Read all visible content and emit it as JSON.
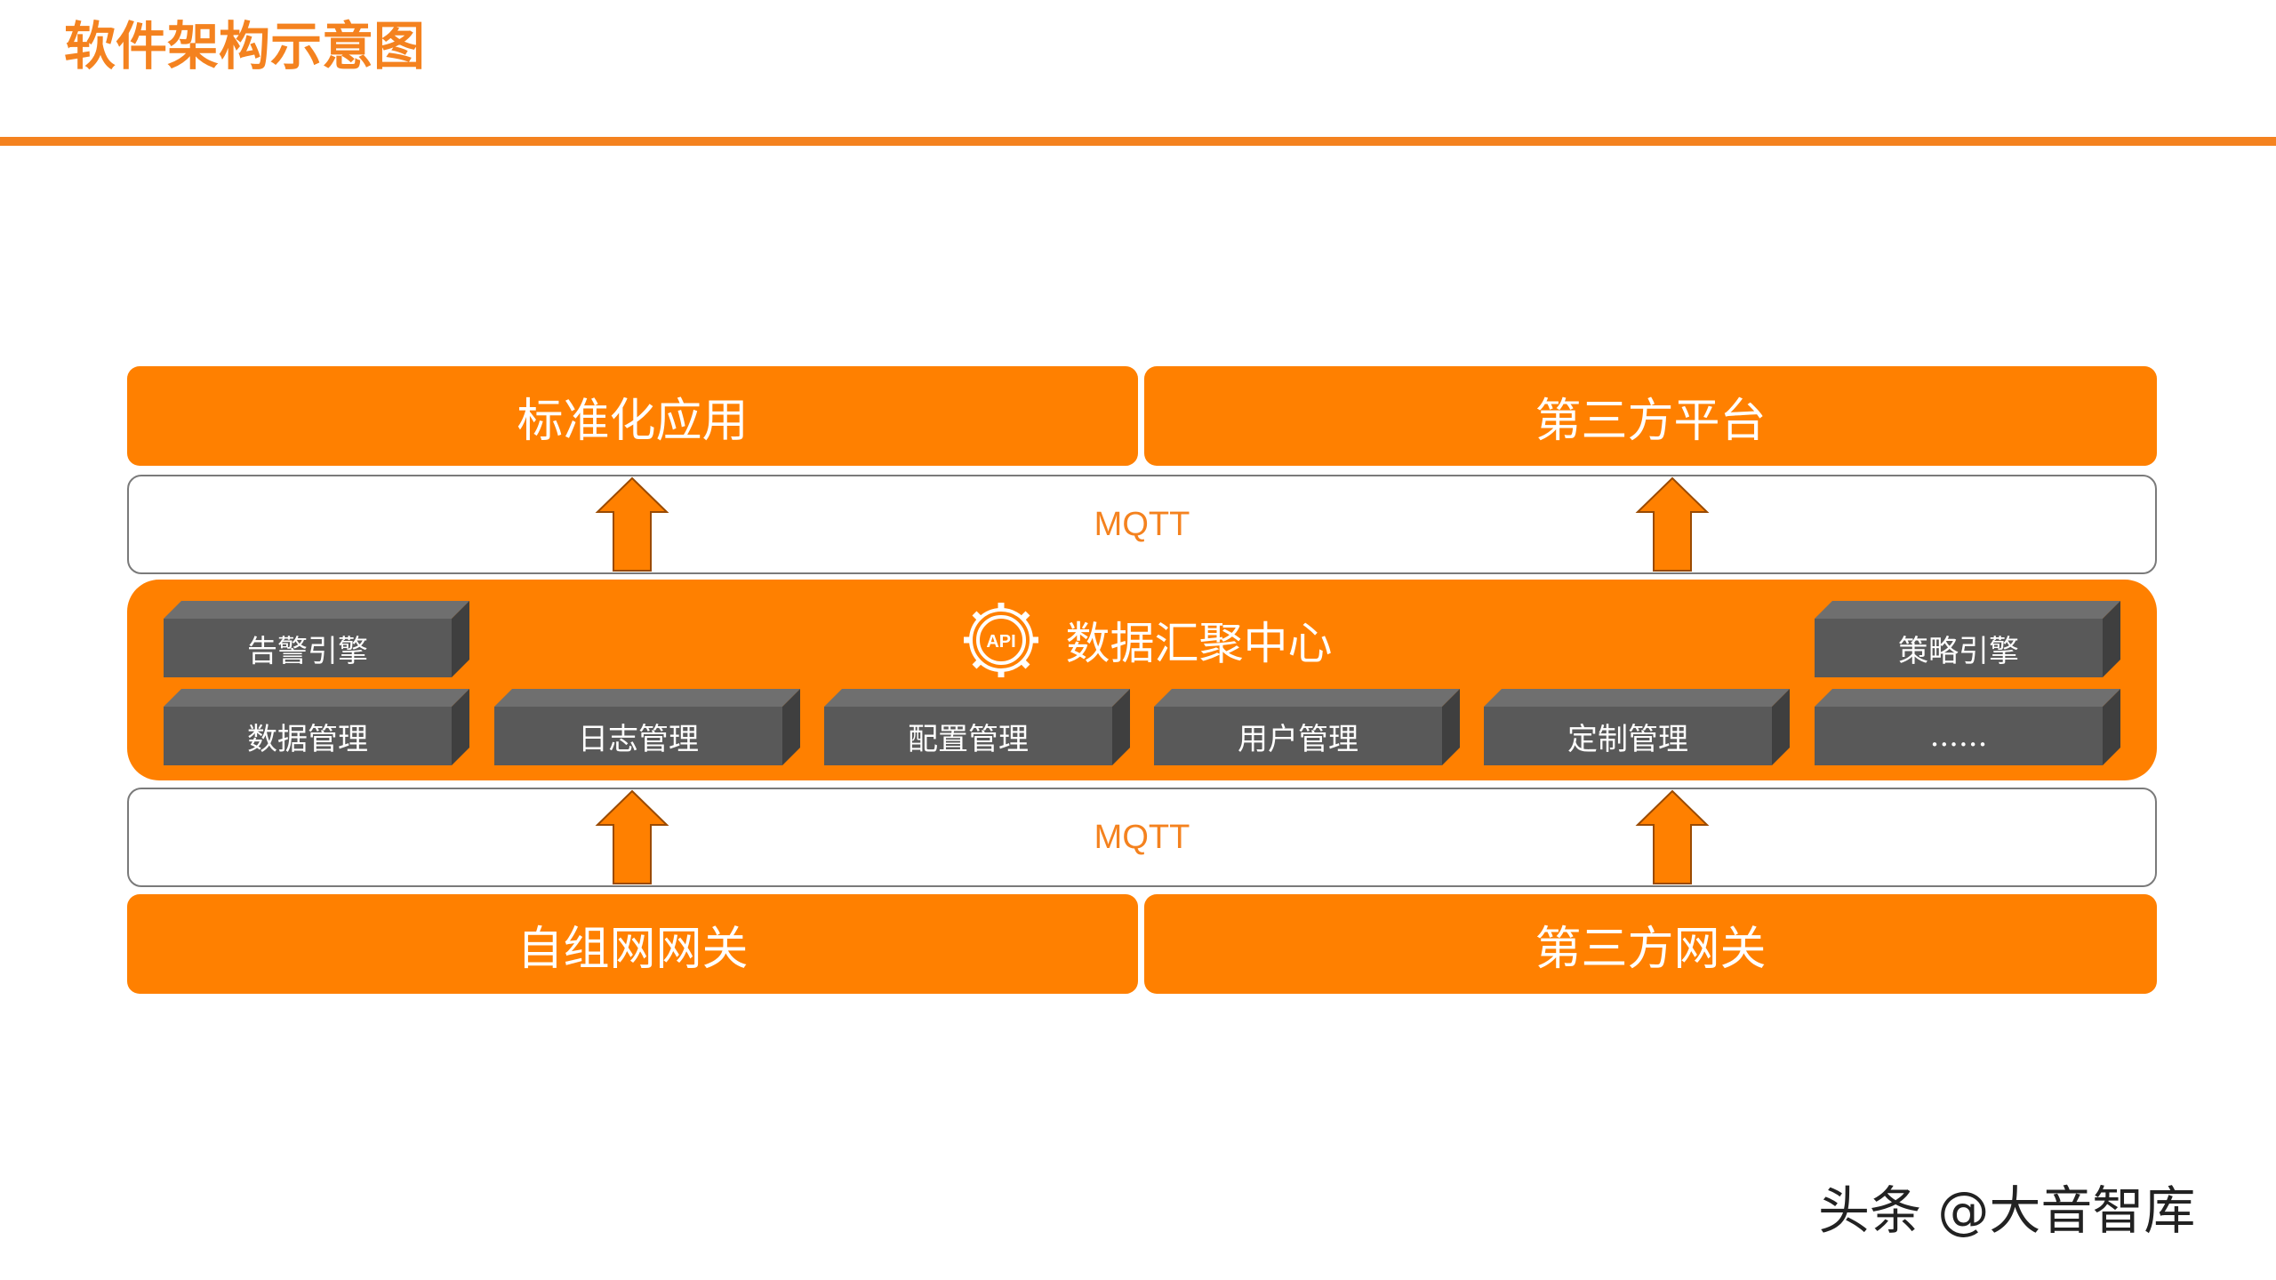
{
  "title": "软件架构示意图",
  "top": {
    "left": "标准化应用",
    "right": "第三方平台"
  },
  "bands": {
    "upper": "MQTT",
    "lower": "MQTT"
  },
  "hub": {
    "title": "数据汇聚中心",
    "icon": "api-gear-icon",
    "modules_top": [
      "告警引擎",
      "策略引擎"
    ],
    "modules_bottom": [
      "数据管理",
      "日志管理",
      "配置管理",
      "用户管理",
      "定制管理",
      "......"
    ]
  },
  "bottom": {
    "left": "自组网网关",
    "right": "第三方网关"
  },
  "watermark": "头条 @大音智库",
  "colors": {
    "accent": "#FF8000",
    "title": "#F4821F",
    "module": "#595959",
    "module_side": "#3f3f3f",
    "module_top": "#6f6f6f"
  }
}
